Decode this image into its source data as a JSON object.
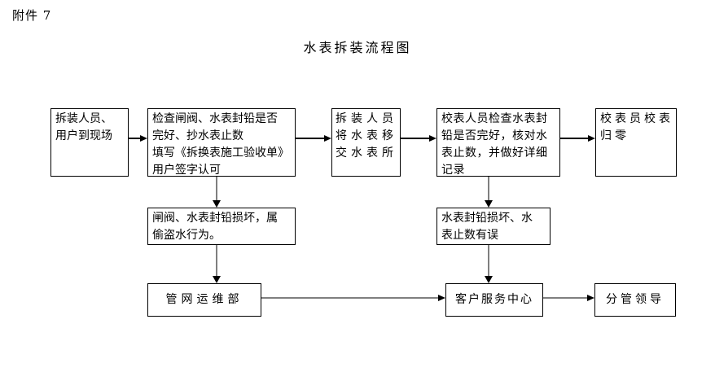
{
  "page": {
    "attachment_label": "附件 7",
    "title": "水表拆装流程图"
  },
  "flowchart": {
    "nodes": {
      "arrive": {
        "text": "拆装人员、\n用户到现场"
      },
      "check": {
        "text": "检查闸阀、水表封铅是否\n完好、抄水表止数\n填写《拆换表施工验收单》\n用户签字认可"
      },
      "transfer": {
        "text": "拆装人员\n将水表移\n交水表所"
      },
      "verify": {
        "text": "校表人员检查水表封\n铅是否完好，核对水\n表止数，并做好详细\n记录"
      },
      "reset": {
        "text": "校表员校表\n归零"
      },
      "theft": {
        "text": "闸阀、水表封铅损坏，属\n偷盗水行为。"
      },
      "damaged": {
        "text": "水表封铅损坏、水\n表止数有误"
      },
      "pipeline_dept": {
        "text": "管网运维部"
      },
      "service_center": {
        "text": "客户服务中心"
      },
      "leader": {
        "text": "分管领导"
      }
    },
    "colors": {
      "background": "#ffffff",
      "box_border": "#000000",
      "text": "#000000",
      "connector_gray": "#7f7f7f",
      "connector_black": "#000000"
    }
  }
}
